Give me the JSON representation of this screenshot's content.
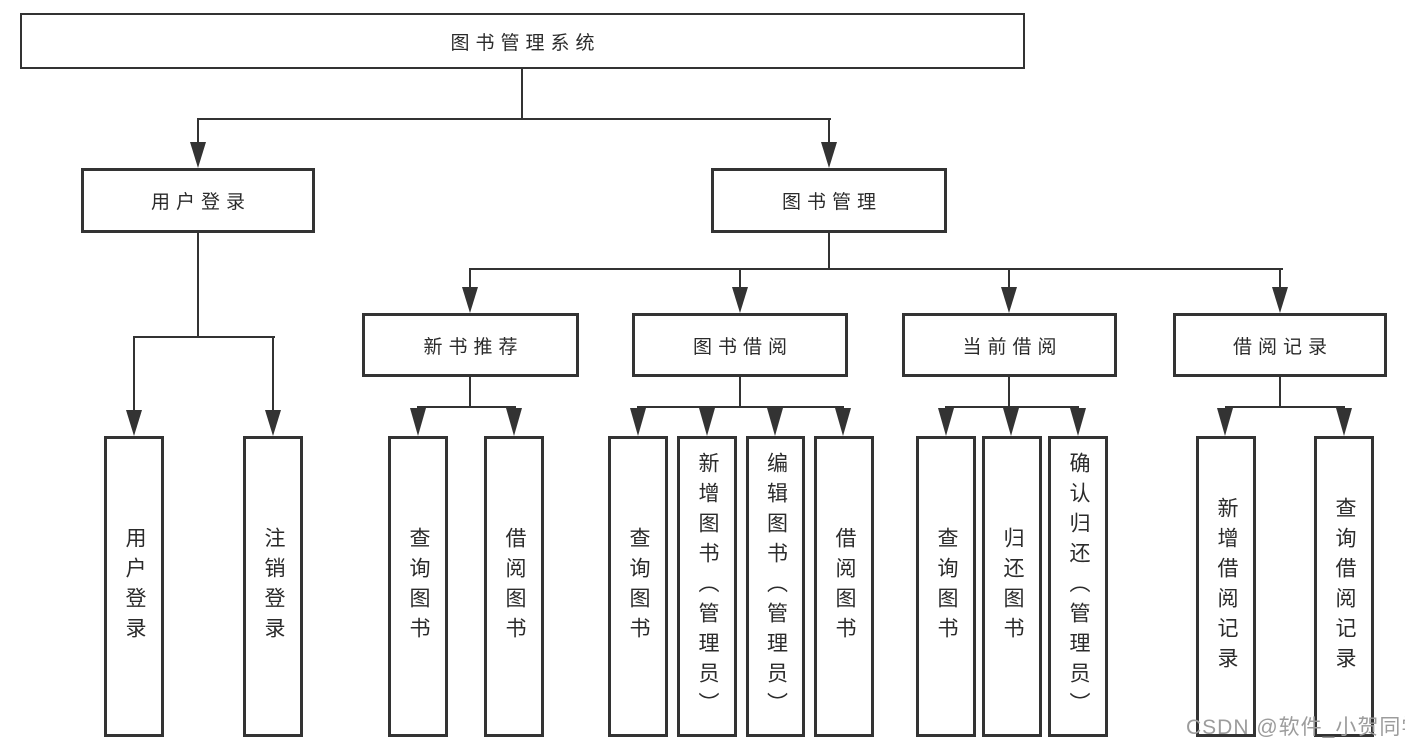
{
  "root": {
    "label": "图书管理系统"
  },
  "branches": {
    "user_login": {
      "label": "用户登录",
      "children": [
        {
          "label": "用户登录"
        },
        {
          "label": "注销登录"
        }
      ]
    },
    "book_management": {
      "label": "图书管理",
      "sections": [
        {
          "label": "新书推荐",
          "children": [
            {
              "label": "查询图书"
            },
            {
              "label": "借阅图书"
            }
          ]
        },
        {
          "label": "图书借阅",
          "children": [
            {
              "label": "查询图书"
            },
            {
              "label": "新增图书（管理员）"
            },
            {
              "label": "编辑图书（管理员）"
            },
            {
              "label": "借阅图书"
            }
          ]
        },
        {
          "label": "当前借阅",
          "children": [
            {
              "label": "查询图书"
            },
            {
              "label": "归还图书"
            },
            {
              "label": "确认归还（管理员）"
            }
          ]
        },
        {
          "label": "借阅记录",
          "children": [
            {
              "label": "新增借阅记录"
            },
            {
              "label": "查询借阅记录"
            }
          ]
        }
      ]
    }
  },
  "watermark": {
    "text": "CSDN @软件_小贺同学"
  },
  "colors": {
    "line": "#333333",
    "box_border": "#333333",
    "text": "#2b2b2b",
    "watermark": "#9c9c9c",
    "background": "#ffffff"
  }
}
